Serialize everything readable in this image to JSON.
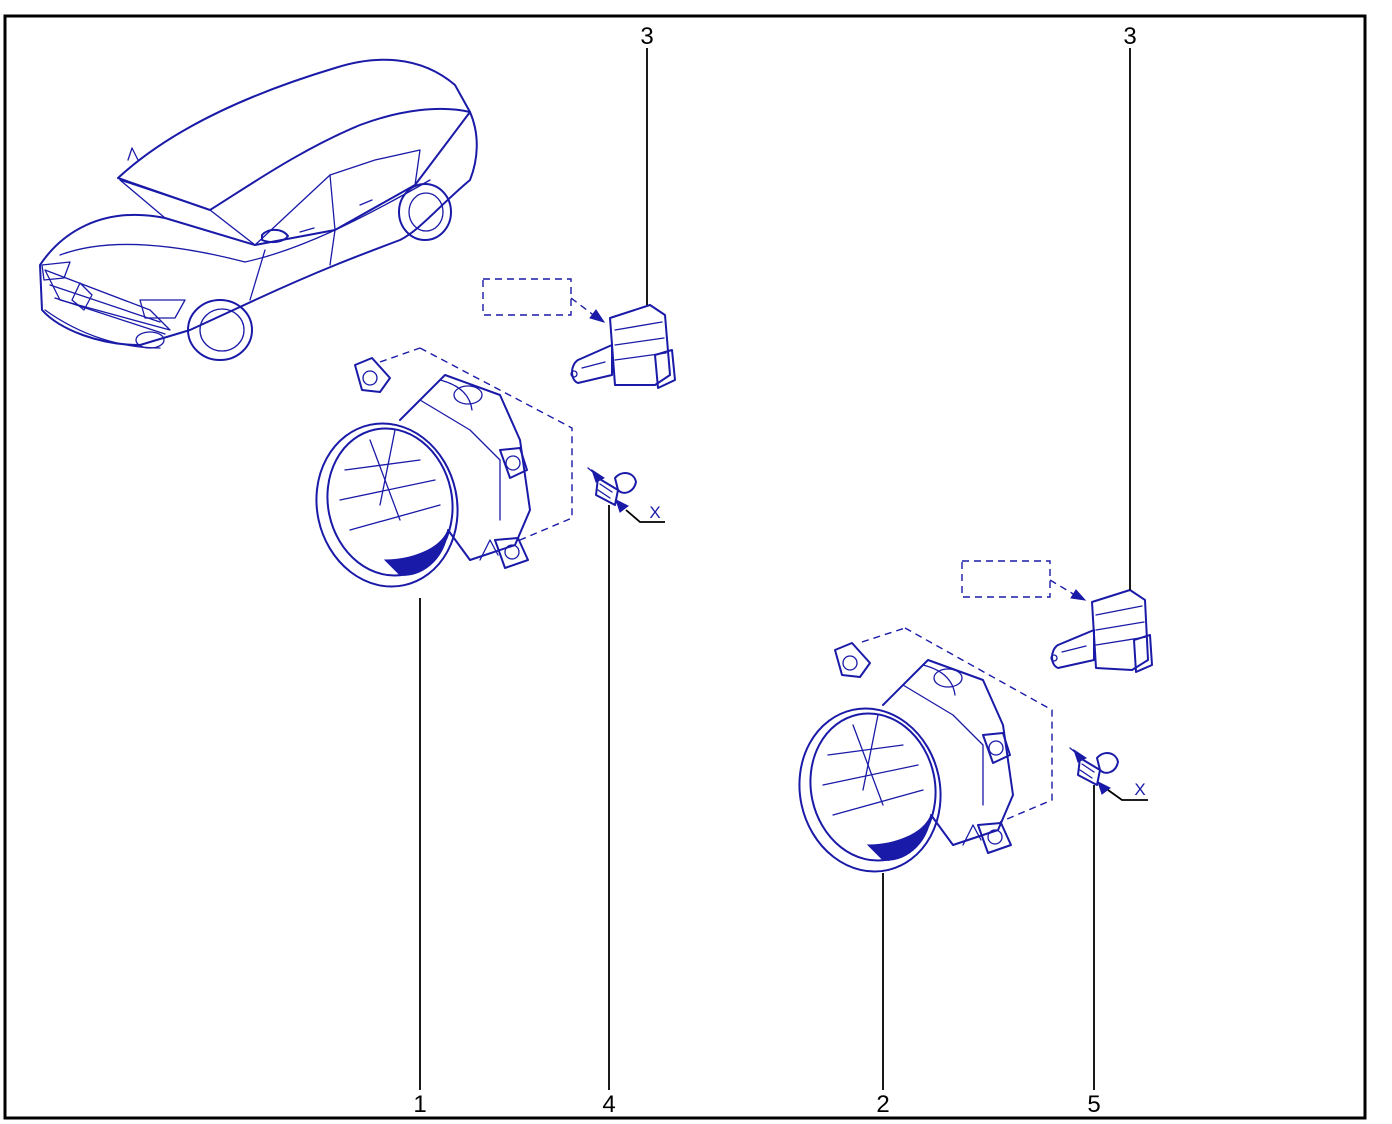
{
  "callouts": {
    "fog_lamp_left": "1",
    "fog_lamp_right": "2",
    "bulb_left": "3",
    "bulb_right": "3",
    "screw_left": "4",
    "screw_right": "5"
  },
  "torque_marks": {
    "left": "X",
    "right": "X"
  },
  "colors": {
    "ink": "#1a1aa8",
    "leader": "#000000",
    "frame": "#000000"
  }
}
